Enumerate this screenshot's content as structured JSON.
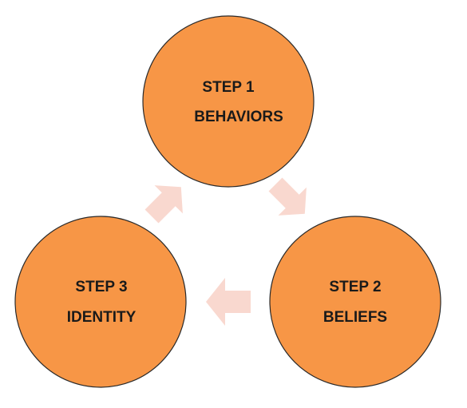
{
  "colors": {
    "circle_fill": "#F79646",
    "circle_stroke": "#2a2a2a",
    "arrow_fill": "#F9D8CF",
    "text": "#1a1a1a"
  },
  "steps": [
    {
      "line1": "STEP 1",
      "line2": "BEHAVIORS"
    },
    {
      "line1": "STEP 2",
      "line2": "BELIEFS"
    },
    {
      "line1": "STEP 3",
      "line2": "IDENTITY"
    }
  ]
}
